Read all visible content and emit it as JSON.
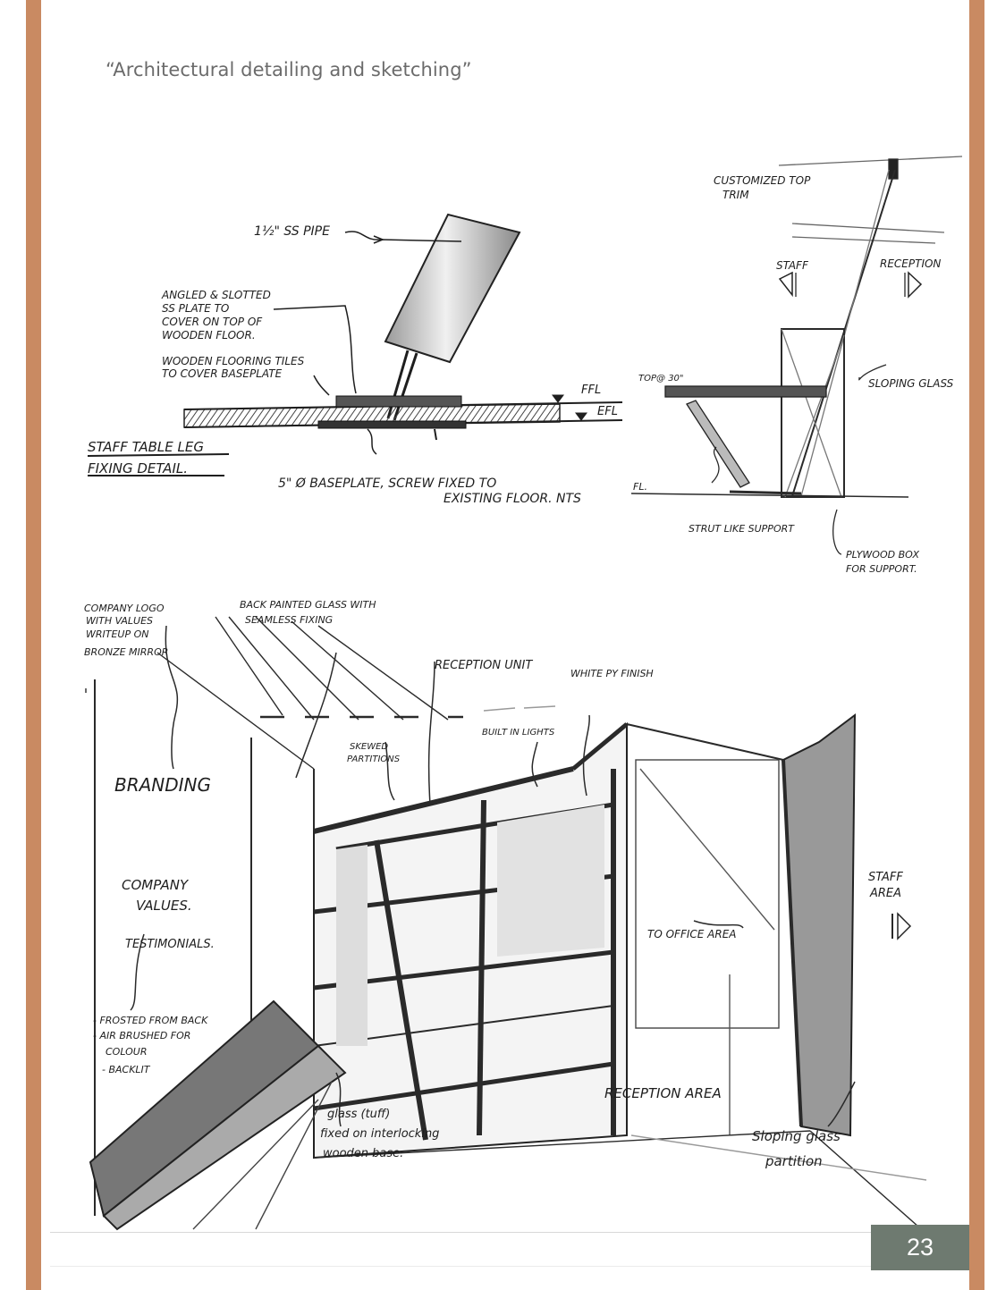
{
  "colors": {
    "border": "#c98a62",
    "page_badge": "#6e7a70",
    "ink": "#1e1e1e",
    "pencil": "#555555"
  },
  "caption": "“Architectural detailing and sketching”",
  "page_number": "23",
  "sketch_top": {
    "pipe_label": "1½\" SS PIPE",
    "plate_label": [
      "ANGLED & SLOTTED",
      "SS PLATE TO",
      "COVER ON TOP OF",
      "WOODEN FLOOR."
    ],
    "tiles_label": [
      "WOODEN FLOORING TILES",
      "TO COVER BASEPLATE"
    ],
    "ffl": "FFL",
    "efl": "EFL",
    "title": [
      "STAFF TABLE LEG",
      "FIXING DETAIL."
    ],
    "baseplate_label": [
      "5\" Ø BASEPLATE, SCREW FIXED TO",
      "EXISTING FLOOR. NTS"
    ]
  },
  "sketch_side": {
    "trim_label": [
      "CUSTOMIZED TOP",
      "TRIM"
    ],
    "staff": "STAFF",
    "reception": "RECEPTION",
    "top_label": "TOP@ 30\"",
    "sloping_glass": "SLOPING GLASS",
    "fl": "FL.",
    "strut": "STRUT LIKE SUPPORT",
    "plywood": [
      "PLYWOOD BOX",
      "FOR SUPPORT."
    ]
  },
  "sketch_bottom": {
    "logo_label": [
      "COMPANY LOGO",
      "WITH VALUES",
      "WRITEUP ON",
      "BRONZE MIRROR"
    ],
    "glass_label": [
      "BACK PAINTED GLASS WITH",
      "SEAMLESS FIXING"
    ],
    "reception_unit": "RECEPTION UNIT",
    "white_py": "WHITE PY FINISH",
    "built_in_lights": "BUILT IN LIGHTS",
    "skewed": [
      "SKEWED",
      "PARTITIONS"
    ],
    "branding": "BRANDING",
    "company_values": [
      "COMPANY",
      "VALUES."
    ],
    "testimonials": "TESTIMONIALS.",
    "notes": [
      "- FROSTED FROM BACK",
      "- AIR BRUSHED FOR",
      "COLOUR",
      "- BACKLIT"
    ],
    "staff_area": [
      "STAFF",
      "AREA"
    ],
    "office": "TO OFFICE AREA",
    "glass_note": [
      "glass (tuff)",
      "fixed on interlocking",
      "wooden base."
    ],
    "reception_area": "RECEPTION AREA",
    "sloping_glass": [
      "Sloping glass",
      "partition"
    ]
  }
}
